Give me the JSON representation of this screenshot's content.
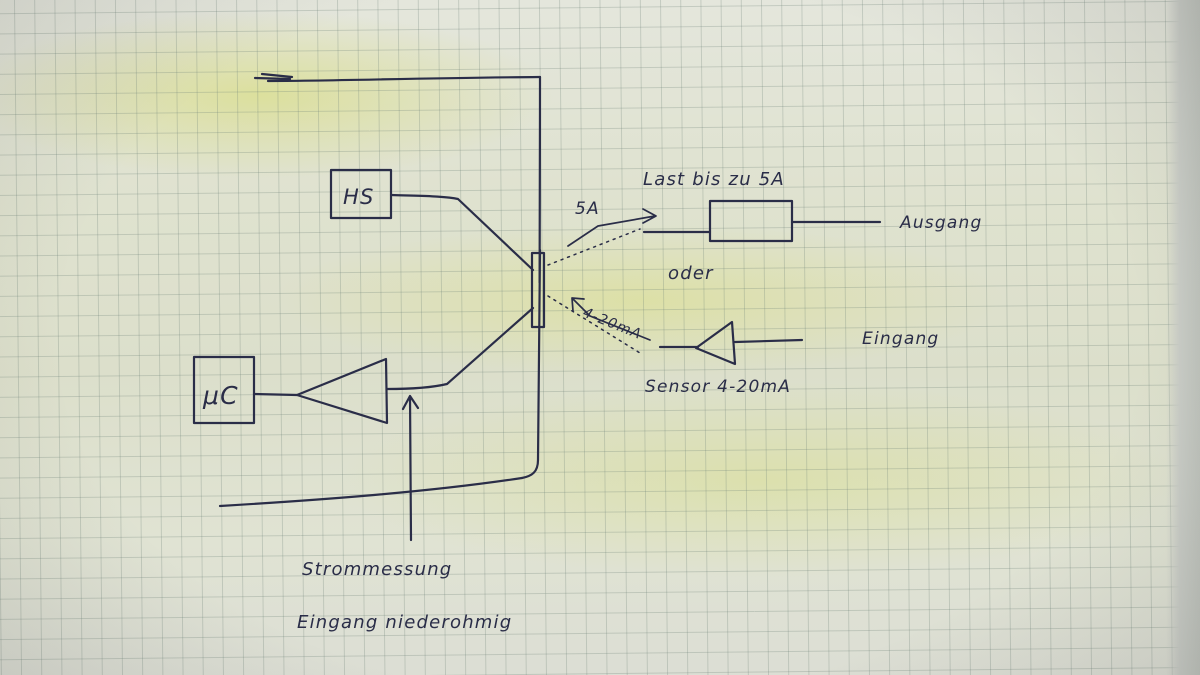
{
  "labels": {
    "hs": "HS",
    "mc": "μC",
    "load": "Last bis zu 5A",
    "current_5a": "5A",
    "output": "Ausgang",
    "or": "oder",
    "current_420": "4-20mA",
    "input": "Eingang",
    "sensor": "Sensor 4-20mA",
    "measurement_1": "Strommessung",
    "measurement_2": "Eingang niederohmig"
  },
  "colors": {
    "ink": "#2a2d48",
    "grid": "#6e8278",
    "highlight": "#d7dc6e"
  }
}
